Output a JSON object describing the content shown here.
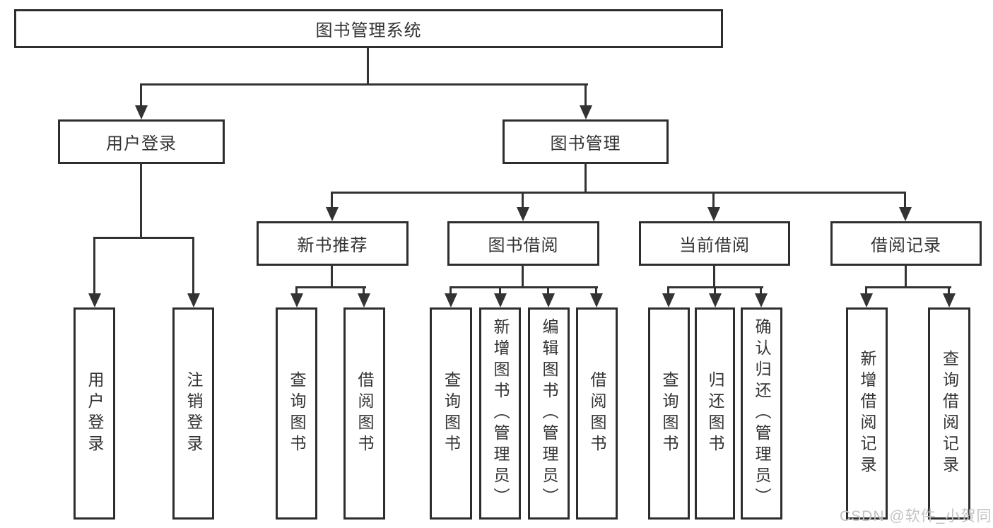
{
  "diagram": {
    "root": "图书管理系统",
    "level2": [
      "用户登录",
      "图书管理"
    ],
    "level3": [
      "新书推荐",
      "图书借阅",
      "当前借阅",
      "借阅记录"
    ],
    "leaves": [
      "用户登录",
      "注销登录",
      "查询图书",
      "借阅图书",
      "查询图书",
      "新增图书（管理员）",
      "编辑图书（管理员）",
      "借阅图书",
      "查询图书",
      "归还图书",
      "确认归还（管理员）",
      "新增借阅记录",
      "查询借阅记录"
    ],
    "colors": {
      "line": "#333333",
      "box_border": "#2e2e2e",
      "text": "#333333",
      "watermark": "#c3c3c3"
    },
    "watermark": "CSDN @软件_小贺同学"
  }
}
